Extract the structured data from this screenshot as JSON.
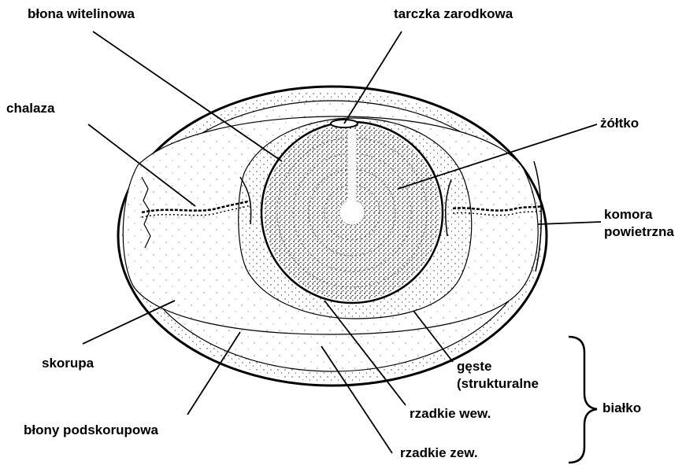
{
  "labels": {
    "blona_witelinowa": "błona witelinowa",
    "tarczka_zarodkowa": "tarczka zarodkowa",
    "chalaza": "chalaza",
    "zoltko": "żółtko",
    "komora_line1": "komora",
    "komora_line2": "powietrzna",
    "skorupa": "skorupa",
    "geste_line1": "gęste",
    "geste_line2": "(strukturalne",
    "bialko": "białko",
    "rzadkie_wew": "rzadkie wew.",
    "blony_podskorupowa": "błony podskorupowa",
    "rzadkie_zew": "rzadkie zew."
  },
  "colors": {
    "ink": "#000000",
    "background": "#ffffff",
    "stipple": "#333333"
  }
}
